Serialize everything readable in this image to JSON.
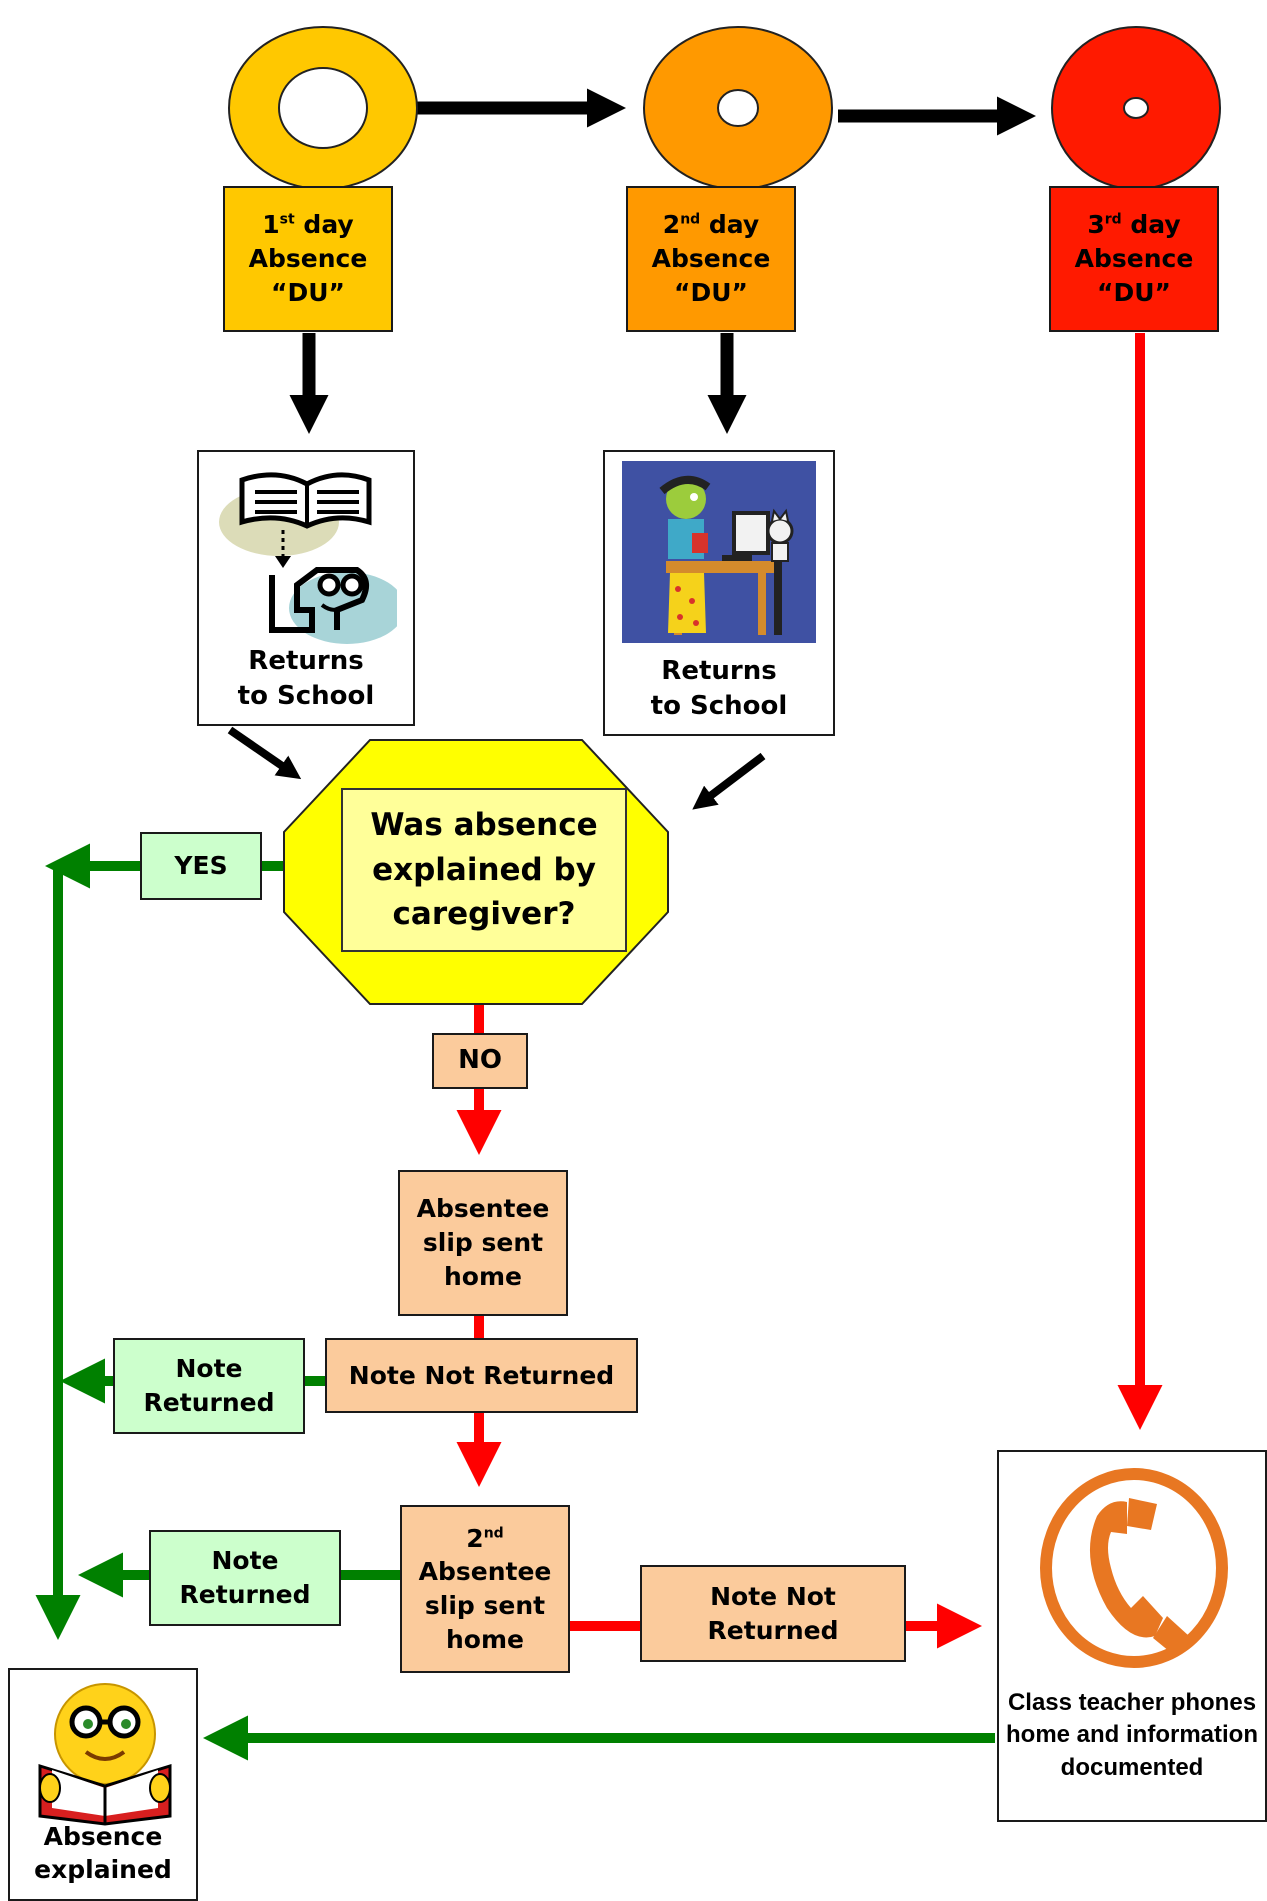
{
  "days": [
    {
      "ordinal": "1",
      "suffix": "st",
      "unit": "day",
      "line2": "Absence",
      "line3": "“DU”",
      "color": "#ffc800"
    },
    {
      "ordinal": "2",
      "suffix": "nd",
      "unit": "day",
      "line2": "Absence",
      "line3": "“DU”",
      "color": "#ff9900"
    },
    {
      "ordinal": "3",
      "suffix": "rd",
      "unit": "day",
      "line2": "Absence",
      "line3": "“DU”",
      "color": "#ff1a00"
    }
  ],
  "returns": [
    {
      "line1": "Returns",
      "line2": "to School"
    },
    {
      "line1": "Returns",
      "line2": "to School"
    }
  ],
  "question": {
    "text": "Was absence explained by caregiver?"
  },
  "yes_label": "YES",
  "no_label": "NO",
  "slip1": {
    "text": "Absentee slip sent home"
  },
  "note_not_returned_1": "Note Not Returned",
  "note_returned_1": "Note Returned",
  "slip2": {
    "ordinal": "2",
    "suffix": "nd",
    "text": "Absentee slip sent home"
  },
  "note_returned_2": "Note Returned",
  "note_not_returned_2": "Note Not Returned",
  "phone_box": {
    "text": "Class teacher phones home and information documented"
  },
  "explained_box": {
    "text": "Absence explained"
  },
  "colors": {
    "yes_path": "#008000",
    "no_path": "#ff0000",
    "flow": "#000000",
    "question_fill": "#ffff00"
  },
  "icons": [
    "open-book-reader-clipart",
    "girl-at-computer-illustration",
    "telephone-icon",
    "reading-smiley-icon"
  ]
}
